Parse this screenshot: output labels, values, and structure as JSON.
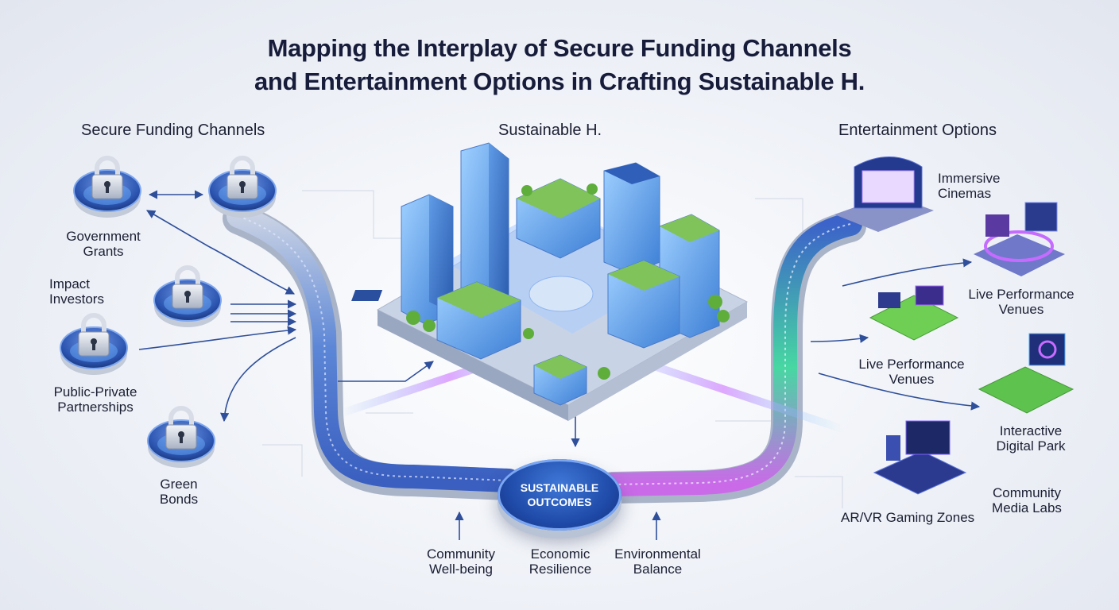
{
  "title": {
    "line1": "Mapping the Interplay of Secure Funding Channels",
    "line2": "and Entertainment Options in Crafting Sustainable H."
  },
  "columns": {
    "left": "Secure Funding Channels",
    "center": "Sustainable H.",
    "right": "Entertainment Options"
  },
  "funding": [
    {
      "line1": "Government",
      "line2": "Grants"
    },
    {
      "line1": "Impact",
      "line2": "Investors"
    },
    {
      "line1": "Public-Private",
      "line2": "Partnerships"
    },
    {
      "line1": "Green",
      "line2": "Bonds"
    }
  ],
  "entertainment": [
    {
      "line1": "Immersive",
      "line2": "Cinemas"
    },
    {
      "line1": "Live Performance",
      "line2": "Venues"
    },
    {
      "line1": "Live Performance",
      "line2": "Venues"
    },
    {
      "line1": "Interactive",
      "line2": "Digital Park"
    },
    {
      "line1": "Community",
      "line2": "Media Labs"
    },
    {
      "line1": "AR/VR Gaming Zones"
    }
  ],
  "hub": {
    "line1": "SUSTAINABLE",
    "line2": "OUTCOMES"
  },
  "outcomes": [
    {
      "line1": "Community",
      "line2": "Well-being"
    },
    {
      "line1": "Economic",
      "line2": "Resilience"
    },
    {
      "line1": "Environmental",
      "line2": "Balance"
    }
  ],
  "icons": {
    "funding_nodes": "padlock-icon",
    "hub": "outcome-hub",
    "city": "isometric-city-illustration"
  },
  "colors": {
    "accent_blue": "#2f63c8",
    "channel_purple": "#b560e8",
    "channel_green": "#3ed4a0",
    "text_dark": "#171c3a"
  }
}
